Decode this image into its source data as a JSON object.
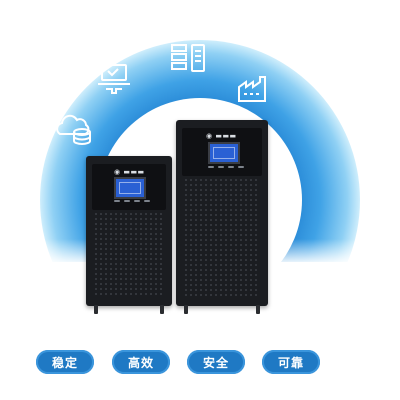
{
  "colors": {
    "ring_inner": "#1f7fd0",
    "ring_outer": "#8fd0f4",
    "pill_bg": "#1f79c4",
    "lcd": "#2a60d4",
    "chassis": "#1b1d21"
  },
  "icons": [
    "cloud-database-icon",
    "laptop-network-icon",
    "server-rack-icon",
    "factory-icon"
  ],
  "features": [
    {
      "label": "稳定"
    },
    {
      "label": "高效"
    },
    {
      "label": "安全"
    },
    {
      "label": "可靠"
    }
  ]
}
